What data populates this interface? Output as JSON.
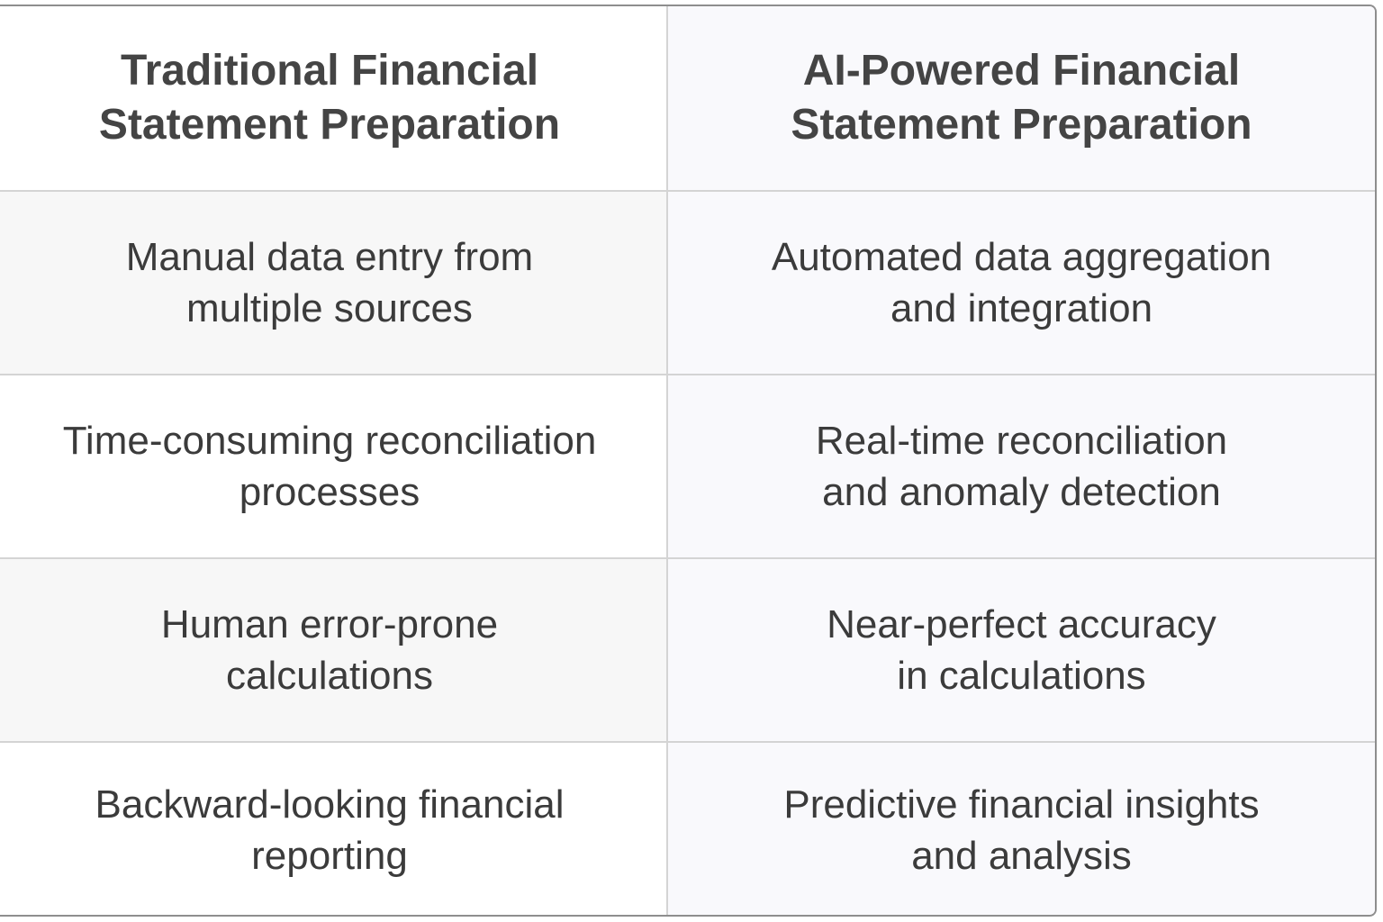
{
  "table": {
    "headers": [
      "Traditional Financial\nStatement Preparation",
      "AI-Powered Financial\nStatement Preparation"
    ],
    "rows": [
      {
        "traditional": "Manual data entry from\nmultiple sources",
        "ai": "Automated data aggregation\nand integration"
      },
      {
        "traditional": "Time-consuming reconciliation\nprocesses",
        "ai": "Real-time reconciliation\nand anomaly detection"
      },
      {
        "traditional": "Human error-prone\ncalculations",
        "ai": "Near-perfect accuracy\nin calculations"
      },
      {
        "traditional": "Backward-looking financial\nreporting",
        "ai": "Predictive financial insights\nand analysis"
      }
    ]
  },
  "colors": {
    "border": "#8e8e8e",
    "divider": "#d4d4d4",
    "text": "#3b3b3b",
    "shaded_row": "#f7f7f7",
    "ai_column_bg": "#f9f9fc"
  }
}
